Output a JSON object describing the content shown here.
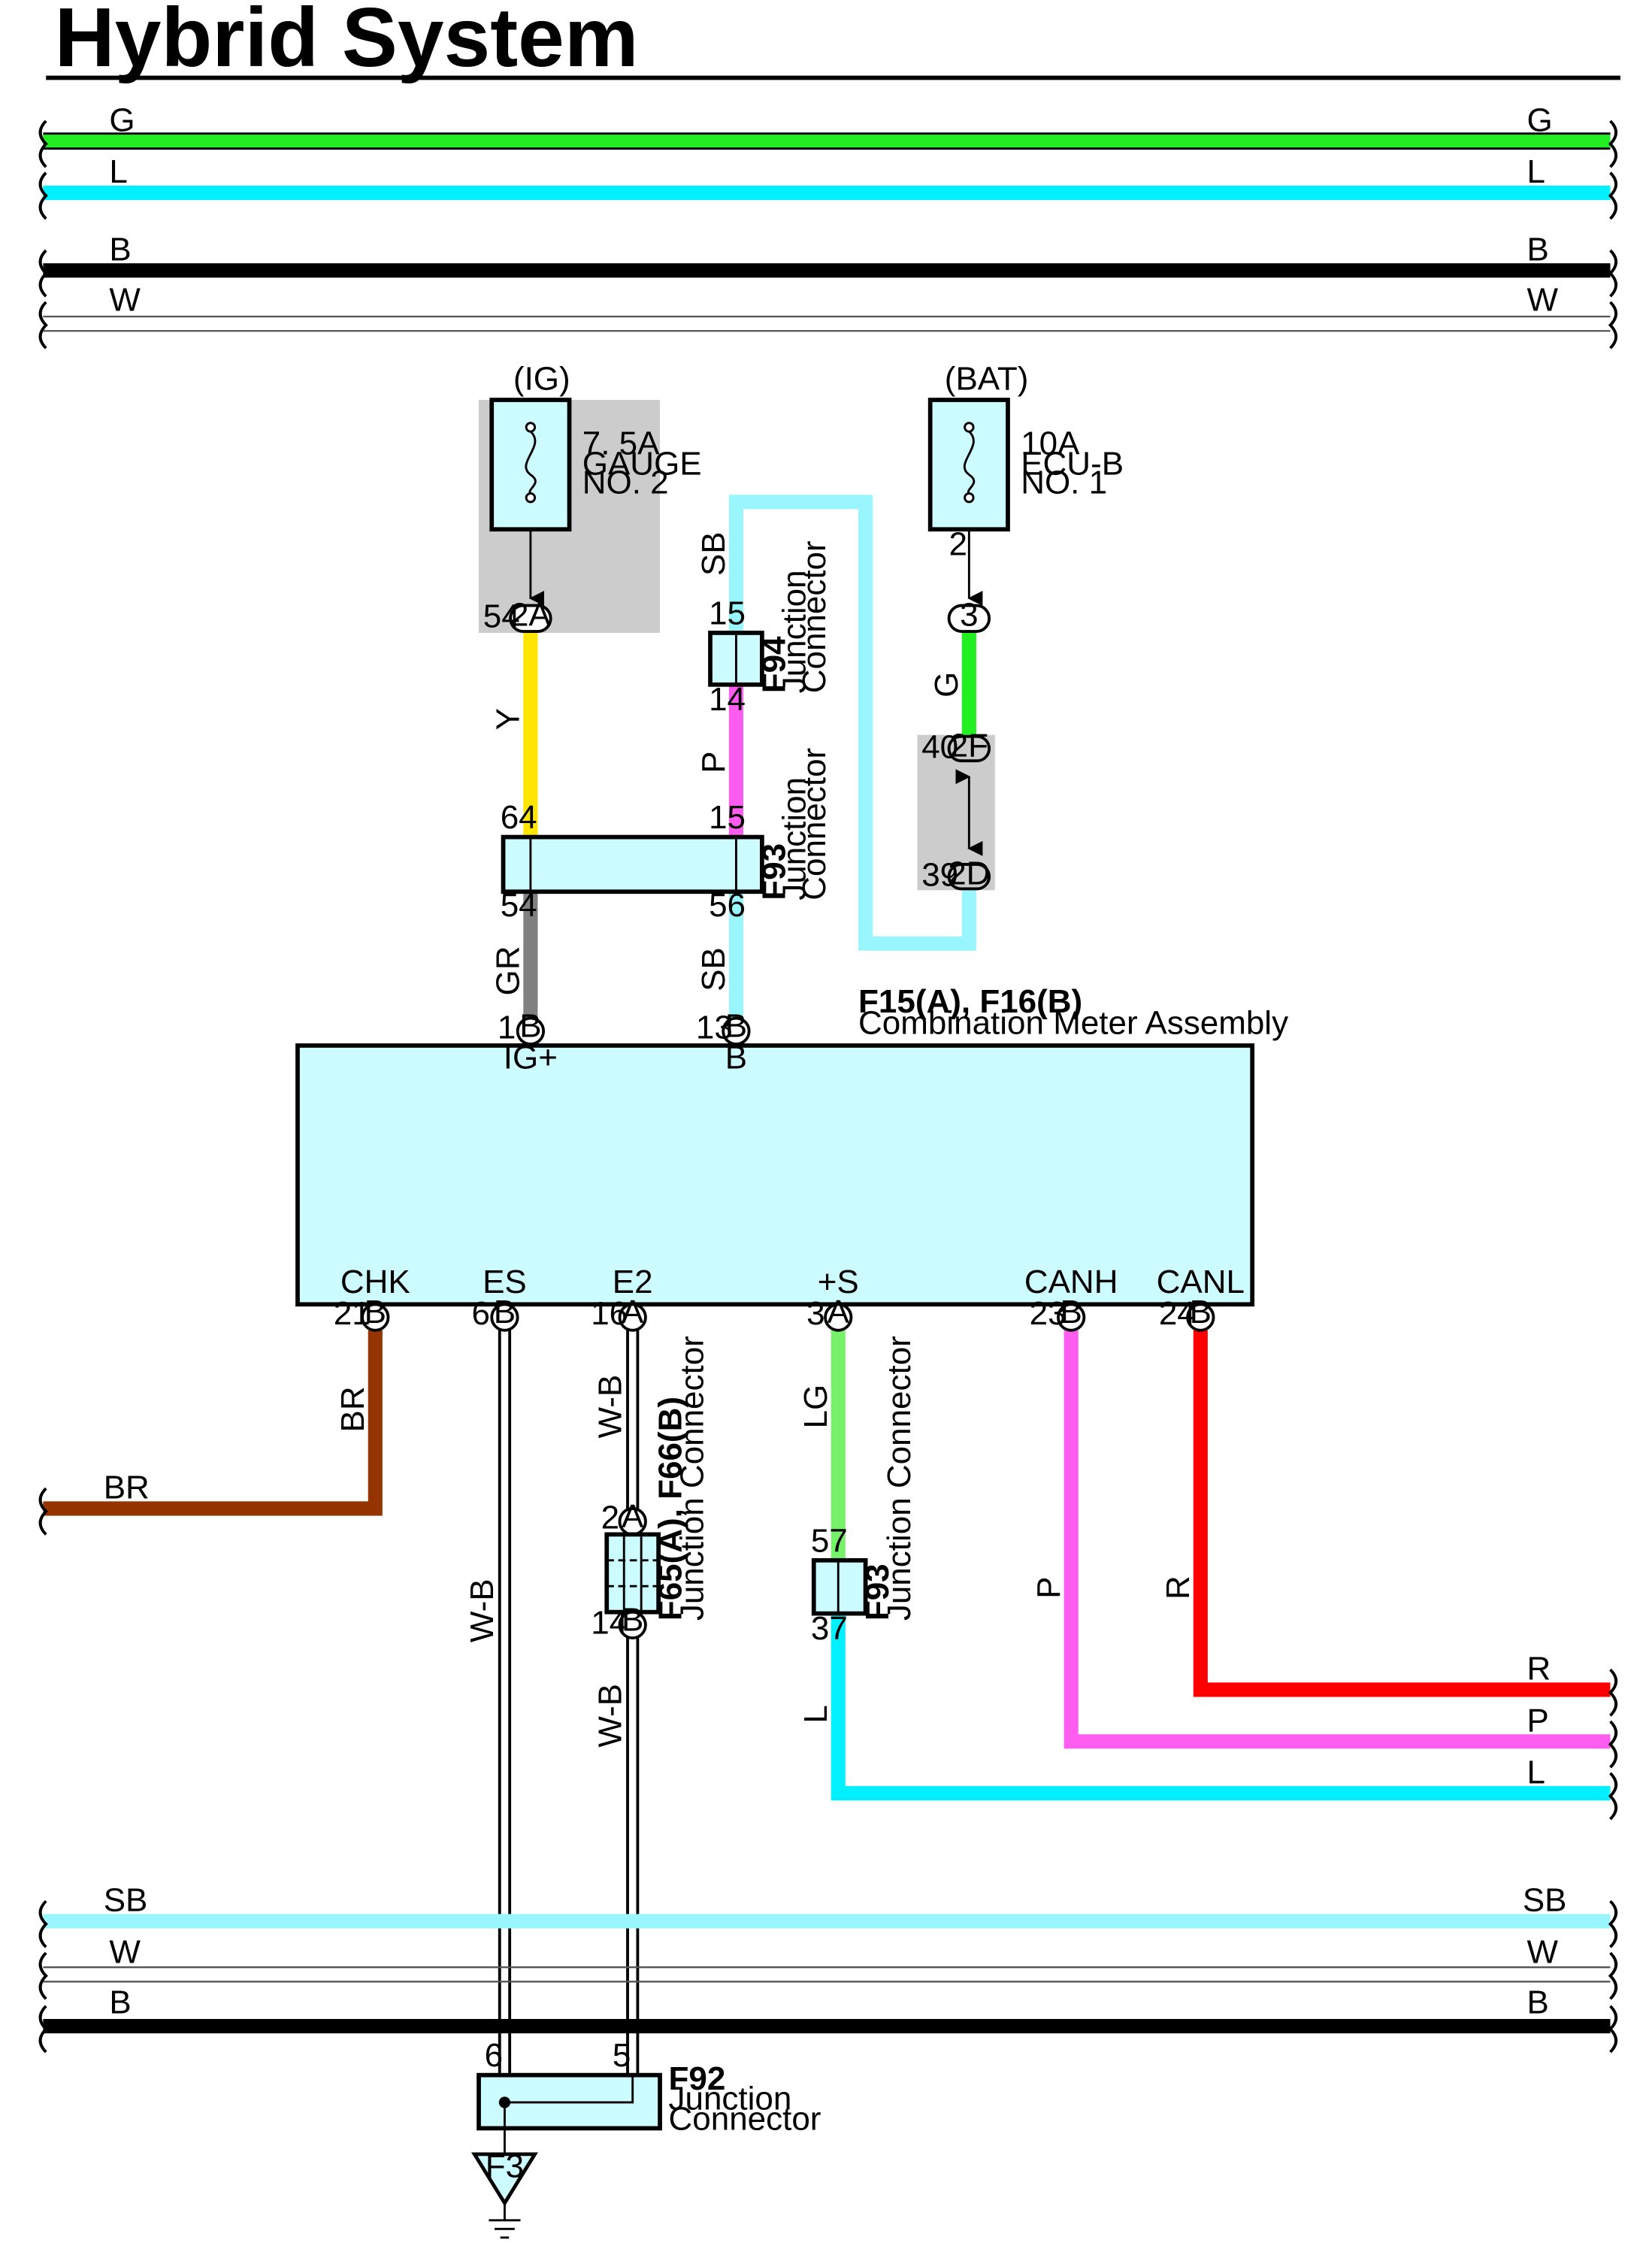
{
  "title": "Hybrid System",
  "colors": {
    "G": "#22ee22",
    "L": "#00f0ff",
    "SB": "#99f6ff",
    "B": "#000000",
    "W": "#ffffff",
    "Y": "#ffe600",
    "P": "#ff5cf0",
    "GR": "#808080",
    "BR": "#943400",
    "LG": "#77f06a",
    "R": "#ff0000",
    "box": "#ccfcff",
    "gray": "#cccccc"
  },
  "top_wires": [
    {
      "label": "G"
    },
    {
      "label": "L"
    },
    {
      "label": "B"
    },
    {
      "label": "W"
    }
  ],
  "bottom_wires": [
    {
      "label": "SB"
    },
    {
      "label": "W"
    },
    {
      "label": "B"
    }
  ],
  "fuses": [
    {
      "source": "(IG)",
      "rating": "7. 5A",
      "name1": "GAUGE",
      "name2": "NO. 2"
    },
    {
      "source": "(BAT)",
      "rating": "10A",
      "name1": "ECU-B",
      "name2": "NO. 1",
      "pin": "2"
    }
  ],
  "pins": {
    "ig_fuse": {
      "num": "54",
      "code": "2A"
    },
    "bat_fuse": {
      "code": "3"
    },
    "f2": {
      "num": "40",
      "code": "2F"
    },
    "d2": {
      "num": "39",
      "code": "2D"
    },
    "f94_top": "15",
    "f94_bot": "14",
    "f93_tl": "64",
    "f93_tr": "15",
    "f93_bl": "54",
    "f93_br": "56",
    "meter_ig": {
      "num": "1",
      "code": "B",
      "name": "IG+"
    },
    "meter_b": {
      "num": "13",
      "code": "B",
      "name": "B"
    },
    "chk": {
      "num": "21",
      "code": "B",
      "name": "CHK"
    },
    "es": {
      "num": "6",
      "code": "B",
      "name": "ES"
    },
    "e2": {
      "num": "16",
      "code": "A",
      "name": "E2"
    },
    "s": {
      "num": "3",
      "code": "A",
      "name": "+S"
    },
    "canh": {
      "num": "23",
      "code": "B",
      "name": "CANH"
    },
    "canl": {
      "num": "24",
      "code": "B",
      "name": "CANL"
    },
    "f65_top": {
      "num": "2",
      "code": "A"
    },
    "f65_bot": {
      "num": "14",
      "code": "B"
    },
    "f93b_top": "57",
    "f93b_bot": "37",
    "f92_l": "6",
    "f92_r": "5"
  },
  "connectors": {
    "f94": {
      "id": "F94",
      "name1": "Junction",
      "name2": "Connector"
    },
    "f93": {
      "id": "F93",
      "name1": "Junction",
      "name2": "Connector"
    },
    "meter": {
      "id": "F15(A), F16(B)",
      "name": "Combination Meter Assembly"
    },
    "f65": {
      "id": "F65(A), F66(B)",
      "name": "Junction Connector"
    },
    "f93b": {
      "id": "F93",
      "name": "Junction Connector"
    },
    "f92": {
      "id": "F92",
      "name1": "Junction",
      "name2": "Connector"
    },
    "ground": {
      "id": "F3"
    }
  },
  "wire_labels": {
    "y": "Y",
    "gr": "GR",
    "sb1": "SB",
    "p1": "P",
    "sb2": "SB",
    "g": "G",
    "br_v": "BR",
    "br_h": "BR",
    "es_wb": "W-B",
    "e2_wb1": "W-B",
    "e2_wb2": "W-B",
    "lg": "LG",
    "l_v": "L",
    "p_v": "P",
    "r_v": "R",
    "r_end": "R",
    "p_end": "P",
    "l_end": "L"
  }
}
